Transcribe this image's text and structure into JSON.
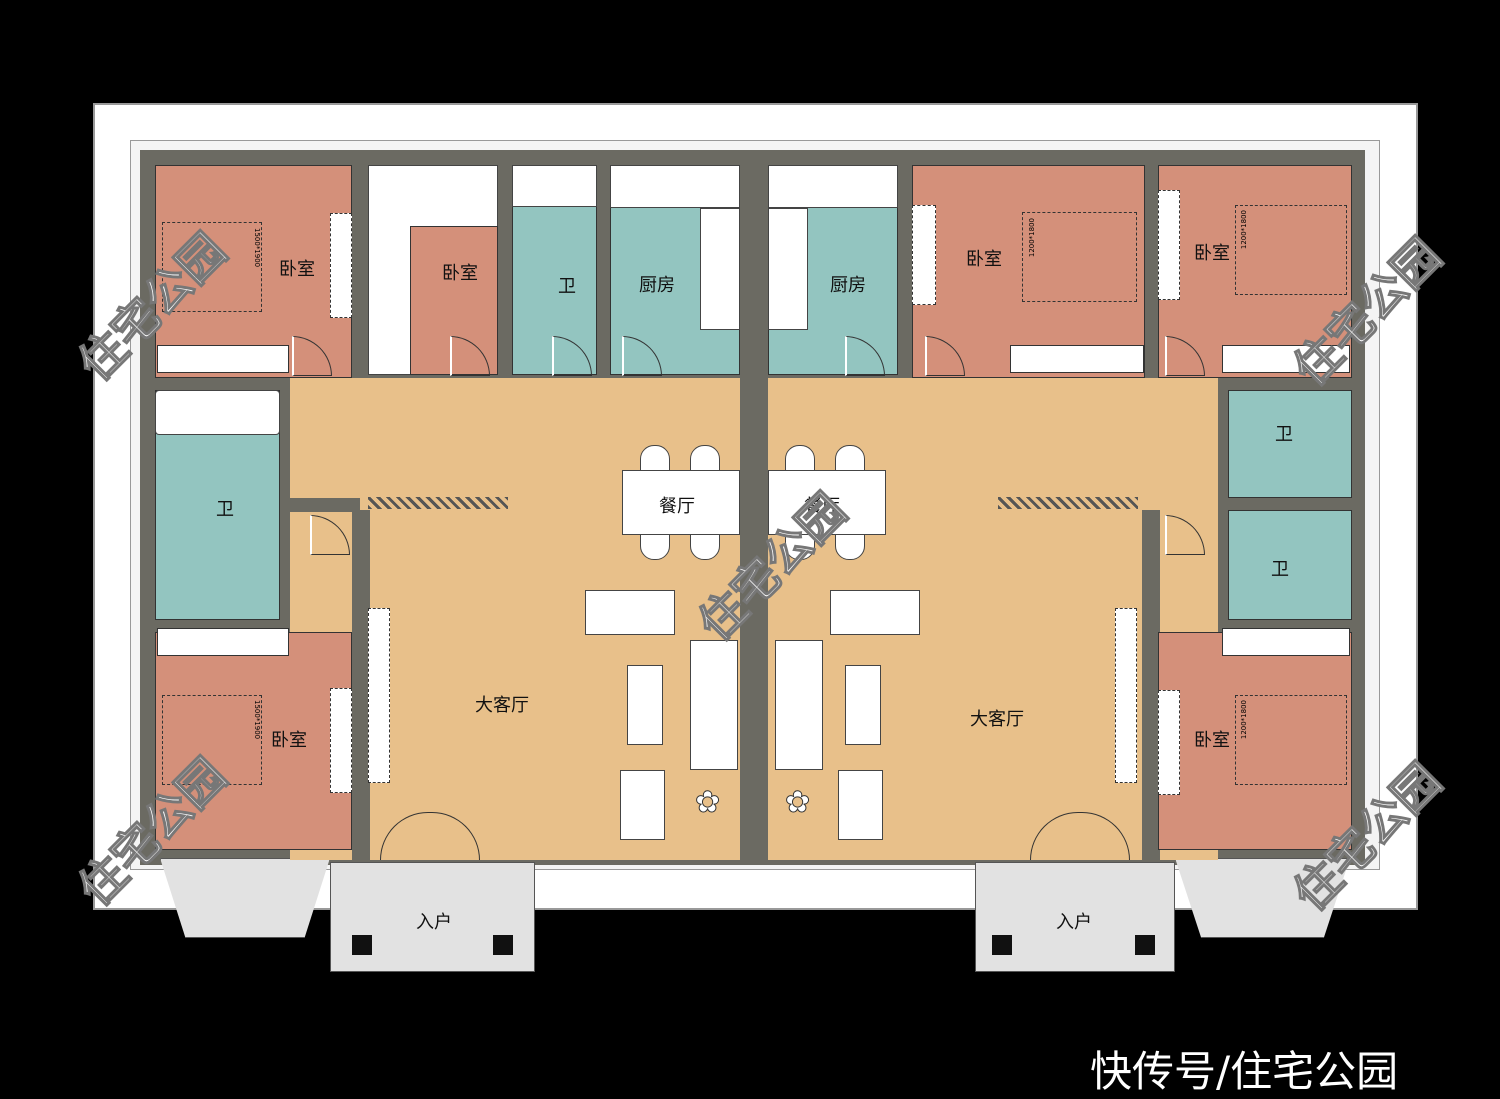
{
  "rooms": {
    "bedroom_tl": "卧室",
    "bedroom_tm": "卧室",
    "bath_top": "卫",
    "kitchen_l": "厨房",
    "kitchen_r": "厨房",
    "bedroom_tr1": "卧室",
    "bedroom_tr2": "卧室",
    "bath_left": "卫",
    "dining_l": "餐厅",
    "dining_r": "餐厅",
    "living_l": "大客厅",
    "living_r": "大客厅",
    "bedroom_bl": "卧室",
    "bath_r_top": "卫",
    "bath_r_bottom": "卫",
    "bedroom_br": "卧室",
    "entry_l": "入户",
    "entry_r": "入户"
  },
  "bed_sizes": {
    "left": "1500*1900",
    "right": "1200*1800"
  },
  "watermark": "住宅公园",
  "footer": "快传号/住宅公园",
  "colors": {
    "bedroom": "#d4907a",
    "bath_kitchen": "#93c5c0",
    "living": "#e8c08a",
    "wall": "#6b6a62"
  }
}
